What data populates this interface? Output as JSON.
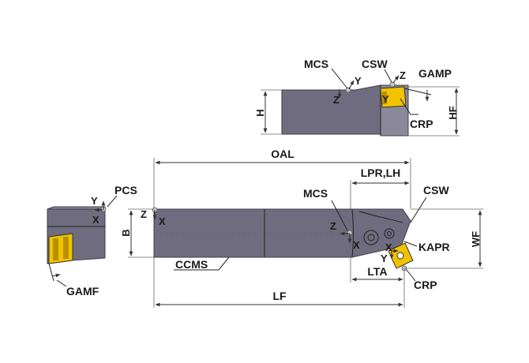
{
  "labels": {
    "top_mcs": "MCS",
    "top_csw": "CSW",
    "top_gamp": "GAMP",
    "top_y1": "Y",
    "top_z1": "Z",
    "top_z2": "Z",
    "top_y2": "Y",
    "top_h": "H",
    "top_crp": "CRP",
    "top_hf": "HF",
    "oal": "OAL",
    "lpr_lh": "LPR,LH",
    "pcs": "PCS",
    "left_y": "Y",
    "left_x": "X",
    "main_z": "Z",
    "main_x": "X",
    "b": "B",
    "mcs": "MCS",
    "csw": "CSW",
    "main_z2": "Z",
    "main_x2": "X",
    "main_x3": "X",
    "main_y3": "Y",
    "kapr": "KAPR",
    "wf": "WF",
    "ccms": "CCMS",
    "lta": "LTA",
    "crp": "CRP",
    "gamf": "GAMF",
    "lf": "LF"
  },
  "colors": {
    "body": "#6e6c7e",
    "insert": "#f2c200",
    "lines": "#333333"
  }
}
